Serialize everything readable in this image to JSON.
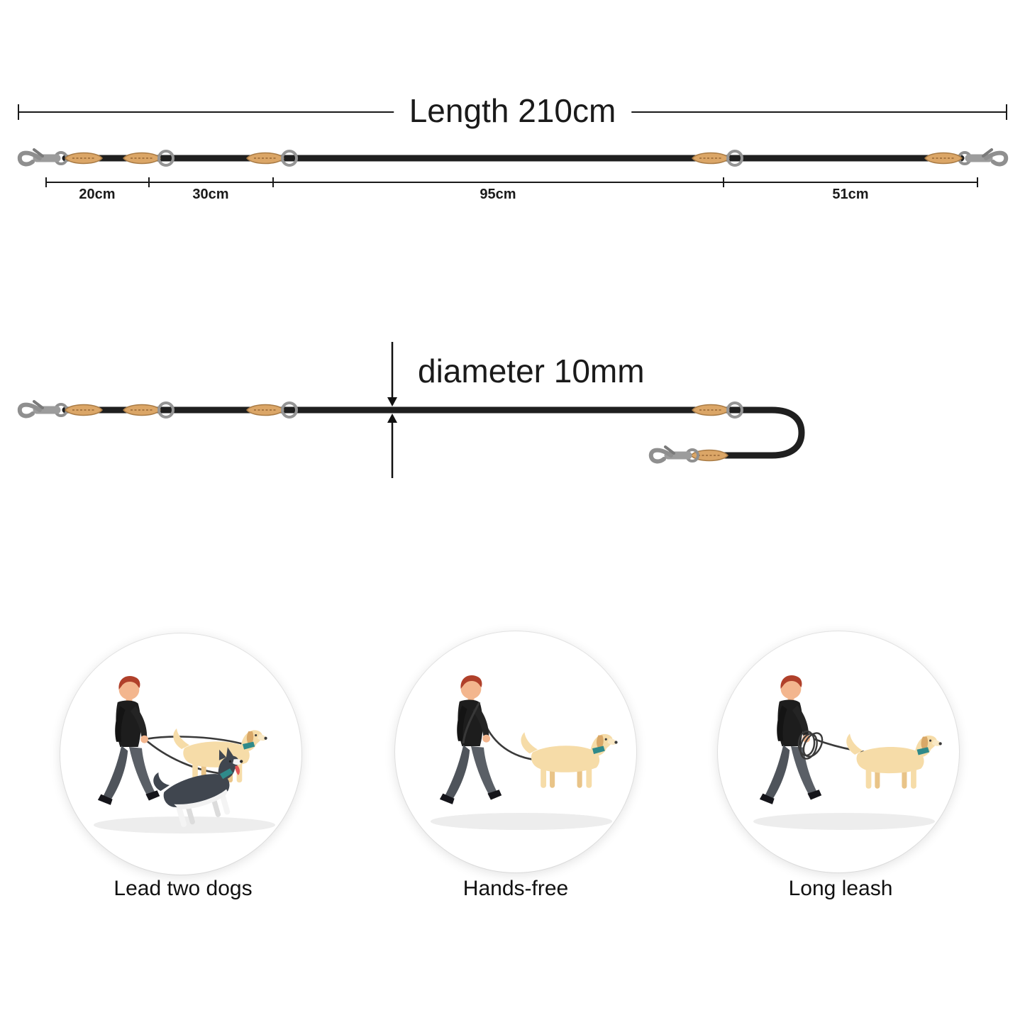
{
  "length_diagram": {
    "total_label": "Length 210cm",
    "segments": [
      {
        "label": "20cm"
      },
      {
        "label": "30cm"
      },
      {
        "label": "95cm"
      },
      {
        "label": "51cm"
      }
    ]
  },
  "diameter_diagram": {
    "label": "diameter 10mm"
  },
  "use_cases": [
    {
      "label": "Lead two dogs"
    },
    {
      "label": "Hands-free"
    },
    {
      "label": "Long leash"
    }
  ],
  "colors": {
    "rope": "#1f1f1f",
    "leather": "#dba667",
    "leather_stitch": "#8a5a2b",
    "metal": "#959595",
    "dimension_line": "#1a1a1a",
    "collar": "#2f8a8a"
  }
}
